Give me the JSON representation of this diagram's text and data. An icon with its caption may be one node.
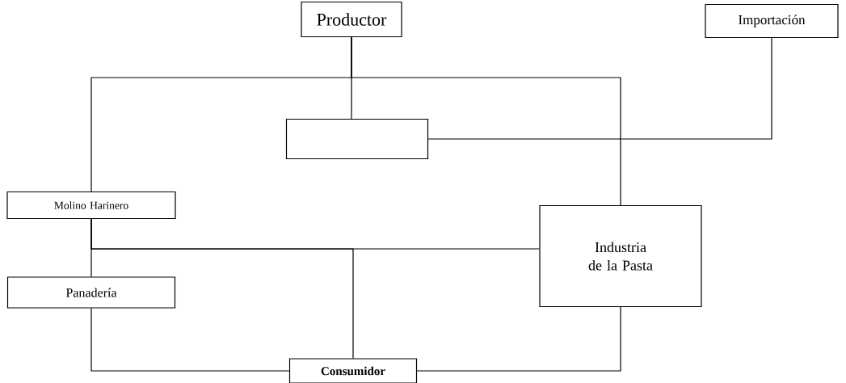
{
  "diagram": {
    "nodes": [
      {
        "text": [
          "Productor"
        ]
      },
      {
        "text": [
          "Importación"
        ]
      },
      {
        "text": [],
        "shape": "box"
      },
      {
        "text": [
          "Molino Harinero"
        ]
      },
      {
        "text": [
          "Industria de la Pasta"
        ]
      },
      {
        "text": [
          "Panadería"
        ]
      },
      {
        "text": [
          "Consumidor"
        ]
      }
    ],
    "edges": [
      {
        "from": 0,
        "to": 2,
        "arrow": "none"
      },
      {
        "from": 0,
        "to": 3,
        "arrow": "none"
      },
      {
        "from": 0,
        "to": 4,
        "arrow": "none"
      },
      {
        "from": 1,
        "to": 2,
        "arrow": "none"
      },
      {
        "from": 3,
        "to": 5,
        "arrow": "none"
      },
      {
        "from": 3,
        "to": 4,
        "arrow": "none"
      },
      {
        "from": 3,
        "to": 6,
        "arrow": "none"
      },
      {
        "from": 5,
        "to": 6,
        "arrow": "none"
      },
      {
        "from": 4,
        "to": 6,
        "arrow": "none"
      }
    ]
  }
}
